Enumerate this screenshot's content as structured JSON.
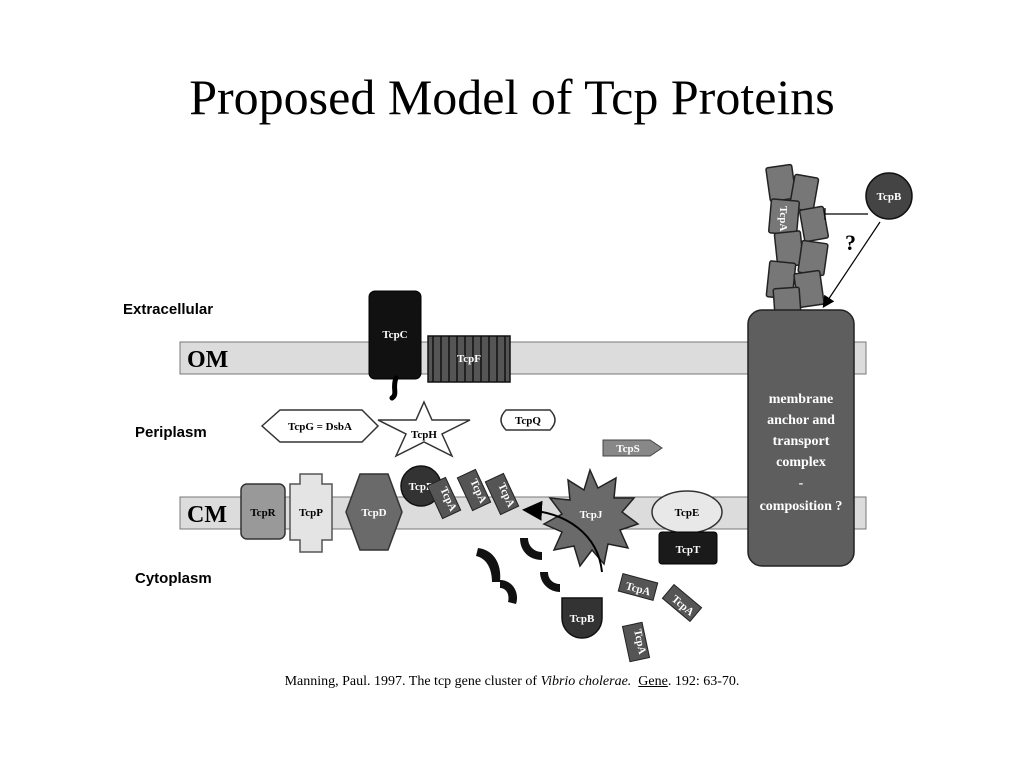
{
  "title": "Proposed Model of Tcp Proteins",
  "regions": {
    "extracellular": "Extracellular",
    "om": "OM",
    "periplasm": "Periplasm",
    "cm": "CM",
    "cytoplasm": "Cytoplasm"
  },
  "proteins": {
    "tcpC": "TcpC",
    "tcpF": "TcpF",
    "tcpG": "TcpG = DsbA",
    "tcpH": "TcpH",
    "tcpQ": "TcpQ",
    "tcpS": "TcpS",
    "tcpR": "TcpR",
    "tcpP": "TcpP",
    "tcpD": "TcpD",
    "tcpB": "TcpB",
    "tcpA": "TcpA",
    "tcpJ": "TcpJ",
    "tcpE": "TcpE",
    "tcpT": "TcpT"
  },
  "complex": {
    "line1": "membrane",
    "line2": "anchor and",
    "line3": "transport",
    "line4": "complex",
    "line5": "-",
    "line6": "composition ?"
  },
  "question_mark": "?",
  "citation": {
    "prefix": "Manning, Paul.  1997.  The tcp gene cluster of ",
    "species": "Vibrio cholerae.",
    "journal": "Gene",
    "suffix": ".  192:  63-70."
  }
}
